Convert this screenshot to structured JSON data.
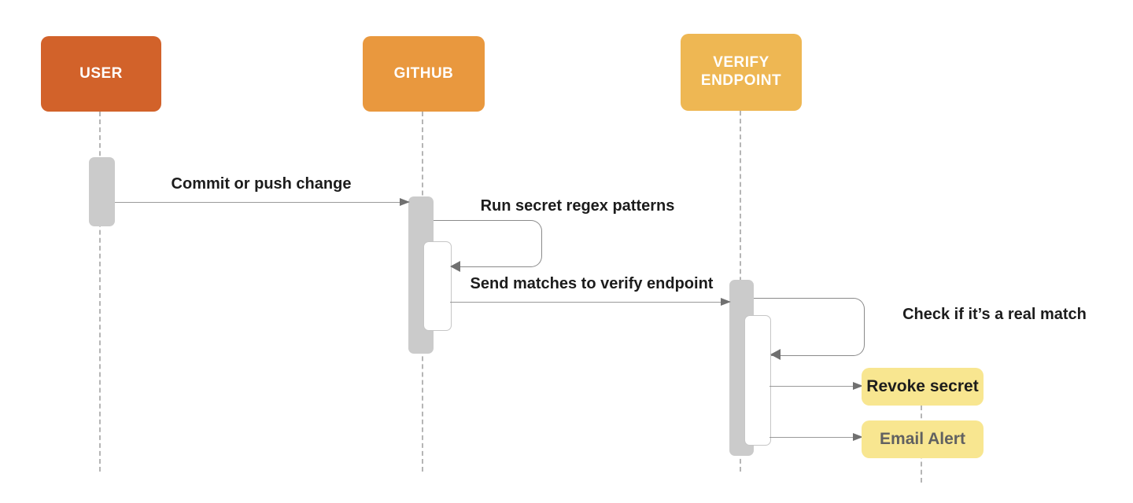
{
  "diagram": {
    "type": "sequence-diagram",
    "actors": [
      {
        "id": "user",
        "label": "USER",
        "fill": "#d2622a",
        "text_color": "#ffffff"
      },
      {
        "id": "github",
        "label": "GITHUB",
        "fill": "#e9983e",
        "text_color": "#ffffff"
      },
      {
        "id": "verify-endpoint",
        "label": "VERIFY ENDPOINT",
        "fill": "#eeb753",
        "text_color": "#ffffff"
      }
    ],
    "messages": [
      {
        "from": "user",
        "to": "github",
        "label": "Commit or push change",
        "kind": "call"
      },
      {
        "from": "github",
        "to": "github",
        "label": "Run secret regex patterns",
        "kind": "self-call"
      },
      {
        "from": "github",
        "to": "verify-endpoint",
        "label": "Send matches to verify endpoint",
        "kind": "call"
      },
      {
        "from": "verify-endpoint",
        "to": "verify-endpoint",
        "label": "Check if it’s a real match",
        "kind": "self-call"
      },
      {
        "from": "verify-endpoint",
        "to": "revoke-secret",
        "label": "",
        "kind": "call"
      },
      {
        "from": "verify-endpoint",
        "to": "email-alert",
        "label": "",
        "kind": "call"
      }
    ],
    "result_nodes": [
      {
        "id": "revoke-secret",
        "label": "Revoke secret",
        "fill": "#f8e690",
        "text_color": "#1c1c1c"
      },
      {
        "id": "email-alert",
        "label": "Email Alert",
        "fill": "#f8e690",
        "text_color": "#616161"
      }
    ],
    "colors": {
      "line": "#9a9a9a",
      "arrowhead": "#707070",
      "activation_bar": "#cbcbcb",
      "lifeline": "#b5b5b5",
      "background": "#ffffff"
    }
  }
}
